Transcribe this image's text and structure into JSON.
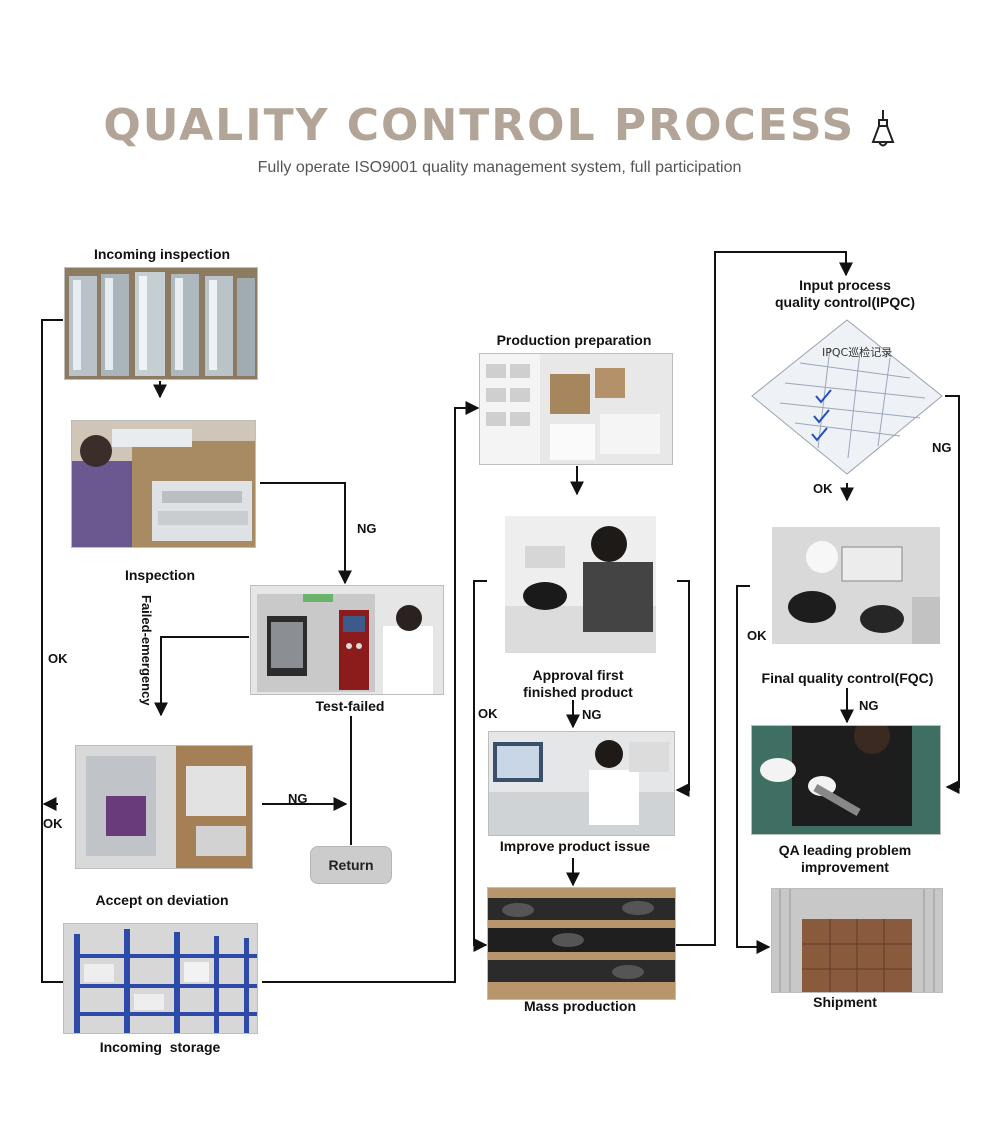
{
  "header": {
    "title": "QUALITY CONTROL PROCESS",
    "subtitle": "Fully operate ISO9001 quality management system, full participation"
  },
  "steps": {
    "incoming_inspection": "Incoming inspection",
    "inspection": "Inspection",
    "test_failed": "Test-failed",
    "accept_on_deviation": "Accept on deviation",
    "incoming_storage": "Incoming  storage",
    "return": "Return",
    "production_preparation": "Production preparation",
    "approval_first_line1": "Approval first",
    "approval_first_line2": "finished product",
    "improve_product_issue": "Improve product issue",
    "mass_production": "Mass production",
    "ipqc_line1": "Input process",
    "ipqc_line2": "quality control(IPQC)",
    "fqc": "Final quality control(FQC)",
    "qa_line1": "QA leading problem",
    "qa_line2": "improvement",
    "shipment": "Shipment"
  },
  "branch_labels": {
    "ng": "NG",
    "ok": "OK",
    "failed_emergency": "Failed-emergency"
  },
  "ipqc_sheet_title": "IPQC巡检记录",
  "icons": {
    "bulb": "light-bulb-icon"
  },
  "colors": {
    "title": "#b2a597",
    "line": "#111111",
    "return_button": "#cccccc"
  }
}
